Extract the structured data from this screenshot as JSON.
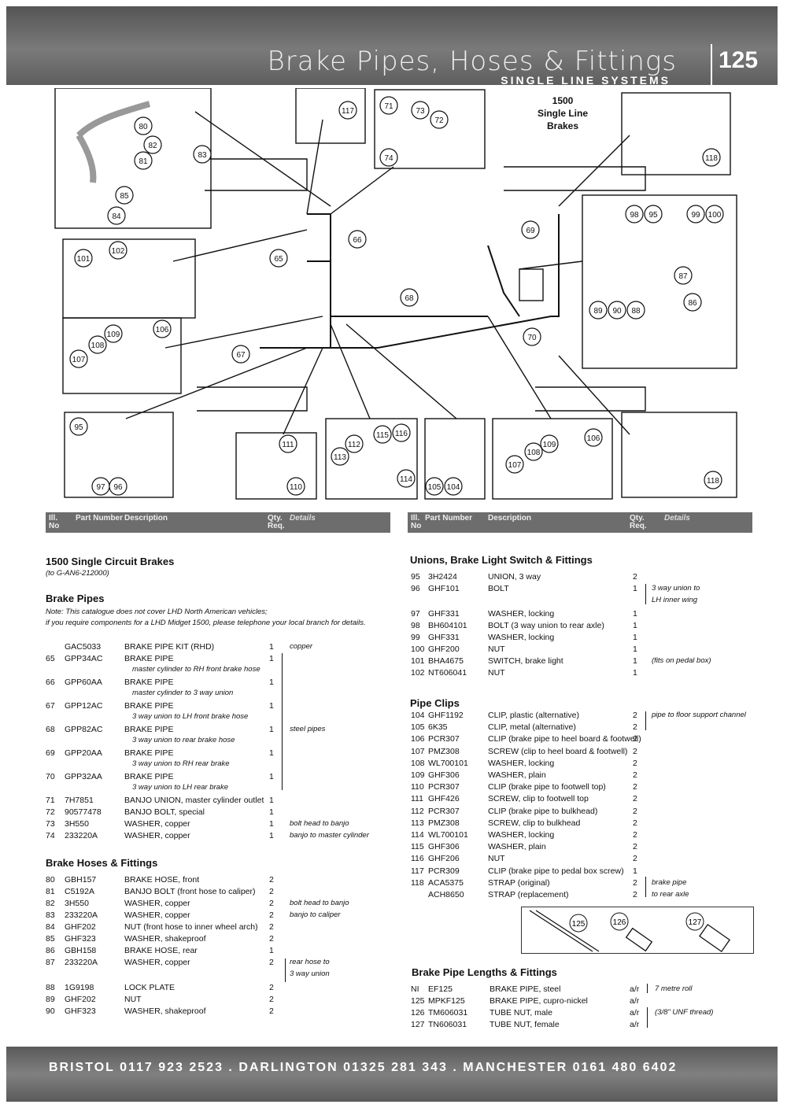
{
  "header": {
    "title": "Brake Pipes, Hoses & Fittings",
    "subtitle": "SINGLE LINE SYSTEMS",
    "page": "125"
  },
  "diagram": {
    "caption": "1500\nSingle Line\nBrakes",
    "callouts": [
      "80",
      "82",
      "83",
      "81",
      "85",
      "84",
      "117",
      "71",
      "73",
      "72",
      "74",
      "118",
      "65",
      "66",
      "101",
      "102",
      "69",
      "98",
      "95",
      "99",
      "100",
      "87",
      "86",
      "68",
      "109",
      "106",
      "108",
      "107",
      "67",
      "70",
      "89",
      "90",
      "88",
      "95",
      "97",
      "96",
      "111",
      "110",
      "112",
      "115",
      "116",
      "113",
      "114",
      "105",
      "104",
      "109",
      "108",
      "106",
      "107",
      "118",
      "125",
      "126",
      "127"
    ]
  },
  "colheads": {
    "ill": "Ill.\nNo",
    "part": "Part Number",
    "desc": "Description",
    "qty": "Qty.\nReq.",
    "details": "Details"
  },
  "left": {
    "section1": "1500 Single Circuit Brakes",
    "section1_note": "(to G-AN6-212000)",
    "pipes_title": "Brake Pipes",
    "pipes_note1": "Note: This catalogue does not cover LHD North American vehicles;",
    "pipes_note2": "if you require components for a LHD Midget 1500, please telephone your local branch for details.",
    "pipes": [
      {
        "ill": "",
        "pn": "GAC5033",
        "desc": "BRAKE PIPE KIT (RHD)",
        "qty": "1",
        "det": "copper",
        "sub": ""
      },
      {
        "ill": "65",
        "pn": "GPP34AC",
        "desc": "BRAKE PIPE",
        "qty": "1",
        "det": "",
        "sub": "master cylinder to RH front brake hose"
      },
      {
        "ill": "66",
        "pn": "GPP60AA",
        "desc": "BRAKE PIPE",
        "qty": "1",
        "det": "",
        "sub": "master cylinder to 3 way union"
      },
      {
        "ill": "67",
        "pn": "GPP12AC",
        "desc": "BRAKE PIPE",
        "qty": "1",
        "det": "",
        "sub": "3 way union to LH front brake hose"
      },
      {
        "ill": "68",
        "pn": "GPP82AC",
        "desc": "BRAKE PIPE",
        "qty": "1",
        "det": "steel pipes",
        "sub": "3 way union to rear brake hose"
      },
      {
        "ill": "69",
        "pn": "GPP20AA",
        "desc": "BRAKE PIPE",
        "qty": "1",
        "det": "",
        "sub": "3 way union to RH rear brake"
      },
      {
        "ill": "70",
        "pn": "GPP32AA",
        "desc": "BRAKE PIPE",
        "qty": "1",
        "det": "",
        "sub": "3 way union to LH rear brake"
      },
      {
        "ill": "71",
        "pn": "7H7851",
        "desc": "BANJO UNION, master cylinder outlet",
        "qty": "1",
        "det": "",
        "sub": ""
      },
      {
        "ill": "72",
        "pn": "90577478",
        "desc": "BANJO BOLT, special",
        "qty": "1",
        "det": "",
        "sub": ""
      },
      {
        "ill": "73",
        "pn": "3H550",
        "desc": "WASHER, copper",
        "qty": "1",
        "det": "bolt head to banjo",
        "sub": ""
      },
      {
        "ill": "74",
        "pn": "233220A",
        "desc": "WASHER, copper",
        "qty": "1",
        "det": "banjo to master cylinder",
        "sub": ""
      }
    ],
    "hoses_title": "Brake Hoses & Fittings",
    "hoses": [
      {
        "ill": "80",
        "pn": "GBH157",
        "desc": "BRAKE HOSE, front",
        "qty": "2",
        "det": ""
      },
      {
        "ill": "81",
        "pn": "C5192A",
        "desc": "BANJO BOLT (front hose to caliper)",
        "qty": "2",
        "det": ""
      },
      {
        "ill": "82",
        "pn": "3H550",
        "desc": "WASHER, copper",
        "qty": "2",
        "det": "bolt head to banjo"
      },
      {
        "ill": "83",
        "pn": "233220A",
        "desc": "WASHER, copper",
        "qty": "2",
        "det": "banjo to caliper"
      },
      {
        "ill": "84",
        "pn": "GHF202",
        "desc": "NUT (front hose to inner wheel arch)",
        "qty": "2",
        "det": ""
      },
      {
        "ill": "85",
        "pn": "GHF323",
        "desc": "WASHER, shakeproof",
        "qty": "2",
        "det": ""
      },
      {
        "ill": "86",
        "pn": "GBH158",
        "desc": "BRAKE HOSE, rear",
        "qty": "1",
        "det": ""
      },
      {
        "ill": "87",
        "pn": "233220A",
        "desc": "WASHER, copper",
        "qty": "2",
        "det": "rear hose to"
      },
      {
        "ill": "",
        "pn": "",
        "desc": "",
        "qty": "",
        "det": "3 way union"
      },
      {
        "ill": "88",
        "pn": "1G9198",
        "desc": "LOCK PLATE",
        "qty": "2",
        "det": ""
      },
      {
        "ill": "89",
        "pn": "GHF202",
        "desc": "NUT",
        "qty": "2",
        "det": ""
      },
      {
        "ill": "90",
        "pn": "GHF323",
        "desc": "WASHER, shakeproof",
        "qty": "2",
        "det": ""
      }
    ]
  },
  "right": {
    "unions_title": "Unions, Brake Light Switch & Fittings",
    "unions": [
      {
        "ill": "95",
        "pn": "3H2424",
        "desc": "UNION, 3 way",
        "qty": "2",
        "det": ""
      },
      {
        "ill": "96",
        "pn": "GHF101",
        "desc": "BOLT",
        "qty": "1",
        "det": "3 way union to"
      },
      {
        "ill": "",
        "pn": "",
        "desc": "",
        "qty": "",
        "det": "LH inner wing"
      },
      {
        "ill": "97",
        "pn": "GHF331",
        "desc": "WASHER, locking",
        "qty": "1",
        "det": ""
      },
      {
        "ill": "98",
        "pn": "BH604101",
        "desc": "BOLT (3 way union to rear axle)",
        "qty": "1",
        "det": ""
      },
      {
        "ill": "99",
        "pn": "GHF331",
        "desc": "WASHER, locking",
        "qty": "1",
        "det": ""
      },
      {
        "ill": "100",
        "pn": "GHF200",
        "desc": "NUT",
        "qty": "1",
        "det": ""
      },
      {
        "ill": "101",
        "pn": "BHA4675",
        "desc": "SWITCH, brake light",
        "qty": "1",
        "det": "(fits on pedal box)"
      },
      {
        "ill": "102",
        "pn": "NT606041",
        "desc": "NUT",
        "qty": "1",
        "det": ""
      }
    ],
    "clips_title": "Pipe Clips",
    "clips": [
      {
        "ill": "104",
        "pn": "GHF1192",
        "desc": "CLIP, plastic (alternative)",
        "qty": "2",
        "det": "pipe to floor support channel"
      },
      {
        "ill": "105",
        "pn": "6K35",
        "desc": "CLIP, metal (alternative)",
        "qty": "2",
        "det": ""
      },
      {
        "ill": "106",
        "pn": "PCR307",
        "desc": "CLIP (brake pipe to heel board & footwell)",
        "qty": "2",
        "det": ""
      },
      {
        "ill": "107",
        "pn": "PMZ308",
        "desc": "SCREW (clip to heel board & footwell)",
        "qty": "2",
        "det": ""
      },
      {
        "ill": "108",
        "pn": "WL700101",
        "desc": "WASHER, locking",
        "qty": "2",
        "det": ""
      },
      {
        "ill": "109",
        "pn": "GHF306",
        "desc": "WASHER, plain",
        "qty": "2",
        "det": ""
      },
      {
        "ill": "110",
        "pn": "PCR307",
        "desc": "CLIP (brake pipe to footwell top)",
        "qty": "2",
        "det": ""
      },
      {
        "ill": "111",
        "pn": "GHF426",
        "desc": "SCREW, clip to footwell top",
        "qty": "2",
        "det": ""
      },
      {
        "ill": "112",
        "pn": "PCR307",
        "desc": "CLIP (brake pipe to bulkhead)",
        "qty": "2",
        "det": ""
      },
      {
        "ill": "113",
        "pn": "PMZ308",
        "desc": "SCREW, clip to bulkhead",
        "qty": "2",
        "det": ""
      },
      {
        "ill": "114",
        "pn": "WL700101",
        "desc": "WASHER, locking",
        "qty": "2",
        "det": ""
      },
      {
        "ill": "115",
        "pn": "GHF306",
        "desc": "WASHER, plain",
        "qty": "2",
        "det": ""
      },
      {
        "ill": "116",
        "pn": "GHF206",
        "desc": "NUT",
        "qty": "2",
        "det": ""
      },
      {
        "ill": "117",
        "pn": "PCR309",
        "desc": "CLIP (brake pipe to pedal box screw)",
        "qty": "1",
        "det": ""
      },
      {
        "ill": "118",
        "pn": "ACA5375",
        "desc": "STRAP (original)",
        "qty": "2",
        "det": "brake pipe"
      },
      {
        "ill": "",
        "pn": "ACH8650",
        "desc": "STRAP (replacement)",
        "qty": "2",
        "det": "to rear axle"
      }
    ],
    "lengths_title": "Brake Pipe Lengths & Fittings",
    "lengths": [
      {
        "ill": "NI",
        "pn": "EF125",
        "desc": "BRAKE PIPE, steel",
        "qty": "a/r",
        "det": "7 metre roll"
      },
      {
        "ill": "125",
        "pn": "MPKF125",
        "desc": "BRAKE PIPE, cupro-nickel",
        "qty": "a/r",
        "det": ""
      },
      {
        "ill": "126",
        "pn": "TM606031",
        "desc": "TUBE NUT, male",
        "qty": "a/r",
        "det": "(3/8\" UNF thread)"
      },
      {
        "ill": "127",
        "pn": "TN606031",
        "desc": "TUBE NUT, female",
        "qty": "a/r",
        "det": ""
      }
    ]
  },
  "footer": {
    "text": "BRISTOL 0117 923 2523 . DARLINGTON 01325 281 343 . MANCHESTER 0161 480 6402"
  }
}
